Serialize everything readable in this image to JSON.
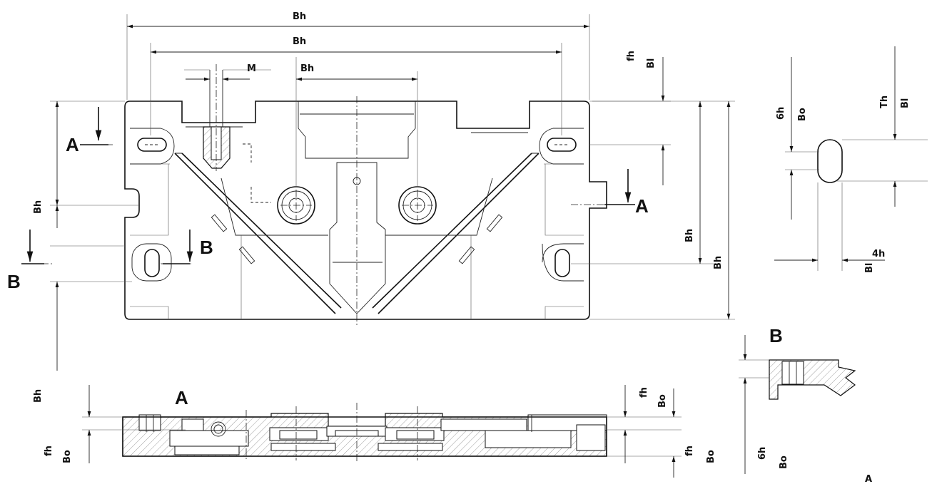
{
  "section_labels": {
    "a": "A",
    "b": "B"
  },
  "dimensions": {
    "overall_width": "Bh",
    "slot_spacing": "Bh",
    "tap_offset": "M",
    "bore_spacing": "Bh",
    "right_top_h": "fh",
    "right_top_sub": "Bl",
    "left_height": "Bh",
    "right_height_inner": "Bh",
    "right_height_outer": "Bh",
    "left_lower": "Bh",
    "slot_detail_left_h": "6h",
    "slot_detail_left_sub": "Bo",
    "slot_detail_right_h": "Th",
    "slot_detail_right_sub": "Bl",
    "slot_detail_width": "4h",
    "slot_detail_width_sub": "Bl",
    "sectA_top_left": "fh",
    "sectA_top_left_sub": "Bo",
    "sectA_top_right": "fh",
    "sectA_top_right_sub": "Bo",
    "sectA_bot_right": "fh",
    "sectA_bot_right_sub": "Bo",
    "sectB_h": "6h",
    "sectB_sub": "Bo",
    "corner_mark": "A"
  }
}
